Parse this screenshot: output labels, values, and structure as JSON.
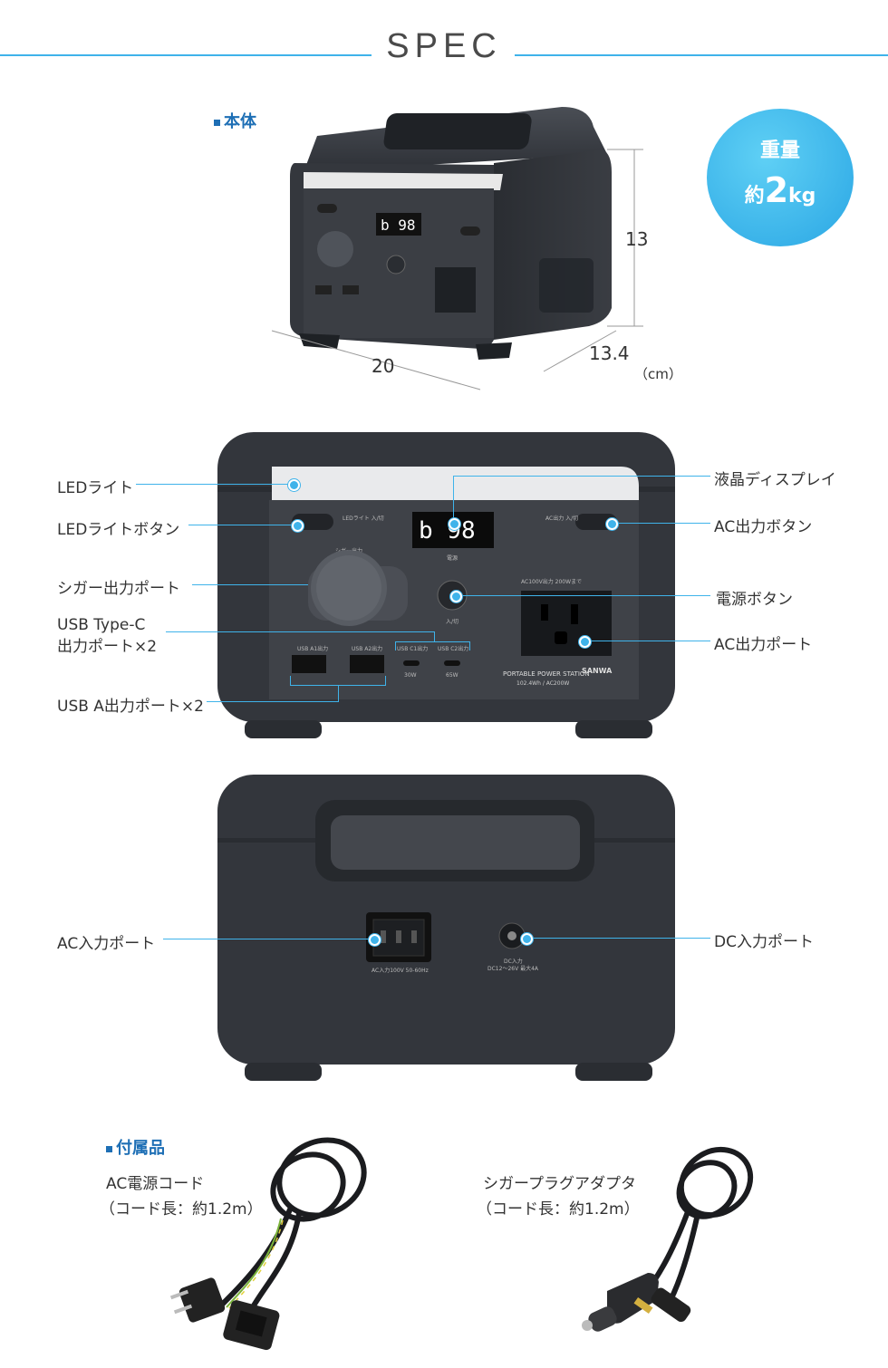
{
  "page": {
    "title": "SPEC",
    "accent_color": "#3fb3ea",
    "label_color": "#1e6fb5"
  },
  "body_section": {
    "label": "本体",
    "weight_badge": {
      "line1": "重量",
      "prefix": "約",
      "value": "2",
      "unit": "kg"
    },
    "dimensions": {
      "width": "20",
      "depth": "13.4",
      "height": "13",
      "unit": "（cm）"
    },
    "device_screen": {
      "display": "b 98"
    }
  },
  "front_callouts": {
    "led_light": "LEDライト",
    "led_button": "LEDライトボタン",
    "cigar_port": "シガー出力ポート",
    "usb_c_line1": "USB Type-C",
    "usb_c_line2": "出力ポート×2",
    "usb_a": "USB A出力ポート×2",
    "lcd": "液晶ディスプレイ",
    "ac_button": "AC出力ボタン",
    "power_button": "電源ボタン",
    "ac_port": "AC出力ポート"
  },
  "front_device_labels": {
    "led_small": "LEDライト\n入/切",
    "ac_small": "AC出力\n入/切",
    "cigar_small": "シガー出力",
    "power_small": "電源",
    "power_small2": "入/切",
    "ac_spec": "AC100V出力 200Wまで",
    "usb_a1": "USB A1出力",
    "usb_a2": "USB A2出力",
    "usb_c1": "USB C1出力",
    "usb_c2": "USB C2出力",
    "usb_c1_w": "30W",
    "usb_c2_w": "65W",
    "product_line1": "PORTABLE POWER STATION",
    "product_line2": "102.4Wh / AC200W",
    "brand": "SANWA"
  },
  "back_callouts": {
    "ac_input": "AC入力ポート",
    "dc_input": "DC入力ポート"
  },
  "back_device_labels": {
    "ac_in": "AC入力100V 50-60Hz",
    "dc_in_1": "DC入力",
    "dc_in_2": "DC12～26V 最大4A"
  },
  "accessories": {
    "label": "付属品",
    "item1_name": "AC電源コード",
    "item1_detail": "（コード長：約1.2m）",
    "item2_name": "シガープラグアダプタ",
    "item2_detail": "（コード長：約1.2m）"
  }
}
